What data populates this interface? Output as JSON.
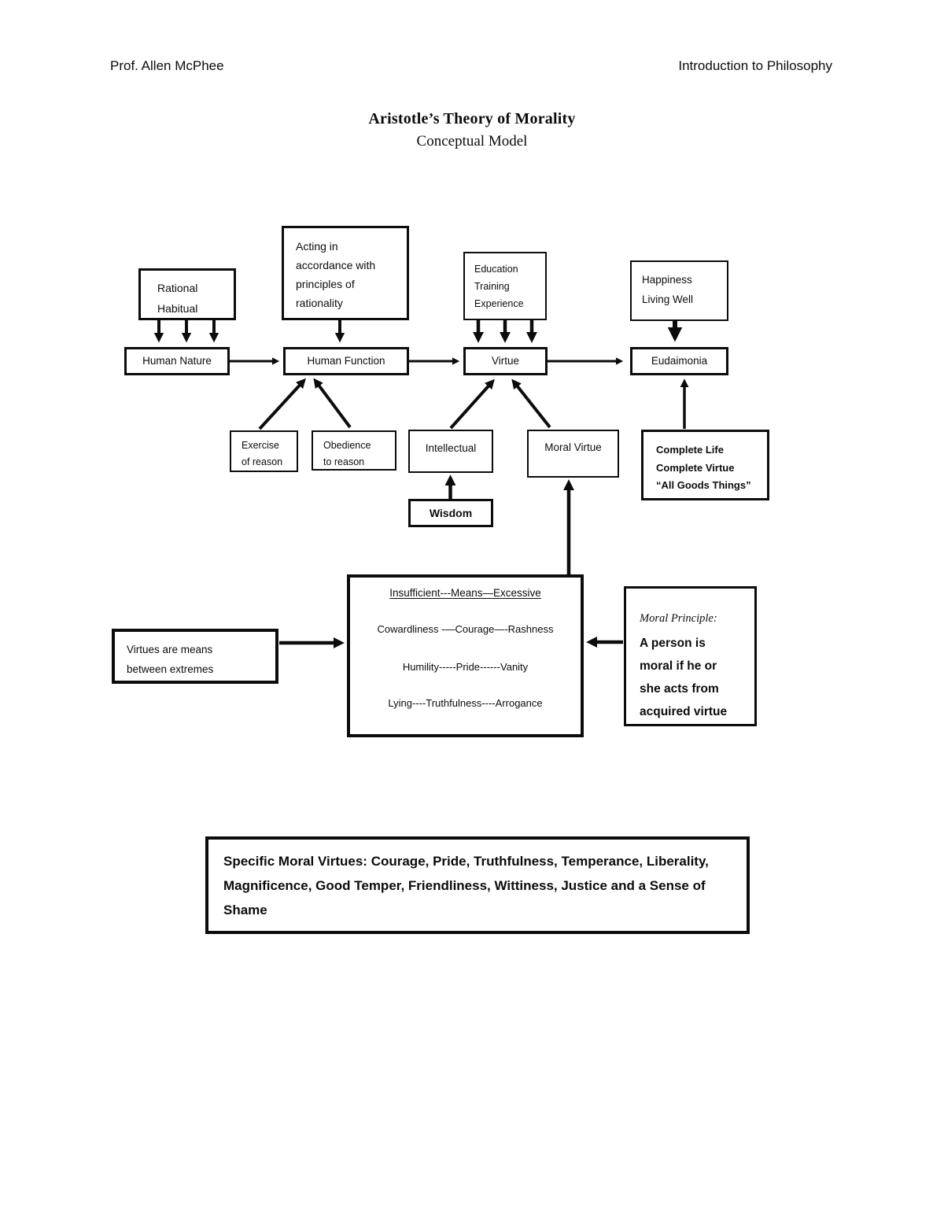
{
  "header": {
    "left": "Prof. Allen McPhee",
    "right": "Introduction to Philosophy"
  },
  "title": {
    "main": "Aristotle’s Theory of Morality",
    "subtitle": "Conceptual Model"
  },
  "boxes": {
    "rational_habitual": [
      "Rational",
      "Habitual"
    ],
    "acting_rationality": [
      "Acting in",
      "accordance with",
      "principles of",
      "rationality"
    ],
    "education_training": [
      "Education",
      "Training",
      "Experience"
    ],
    "happiness_living": [
      "Happiness",
      "Living Well"
    ],
    "human_nature": "Human Nature",
    "human_function": "Human Function",
    "virtue": "Virtue",
    "eudaimonia": "Eudaimonia",
    "exercise_of_reason": [
      "Exercise",
      "of reason"
    ],
    "obedience_to_reason": [
      "Obedience",
      "to reason"
    ],
    "intellectual": "Intellectual",
    "moral_virtue": "Moral Virtue",
    "complete_life": [
      "Complete Life",
      "Complete Virtue",
      "“All Goods Things”"
    ],
    "wisdom": "Wisdom",
    "means_extremes": {
      "header": "Insufficient---Means—Excessive",
      "rows": [
        "Cowardliness -—Courage—-Rashness",
        "Humility-----Pride------Vanity",
        "Lying----Truthfulness----Arrogance"
      ]
    },
    "virtues_means": [
      "Virtues are means",
      "between extremes"
    ],
    "moral_principle": {
      "heading": "Moral Principle:",
      "body": "A person is moral if he or she acts from acquired virtue"
    },
    "specific_virtues": "Specific Moral Virtues: Courage, Pride, Truthfulness, Temperance, Liberality, Magnificence, Good Temper, Friendliness, Wittiness, Justice and a Sense of Shame"
  },
  "colors": {
    "ink": "#0c0c0c",
    "paper": "#ffffff"
  }
}
